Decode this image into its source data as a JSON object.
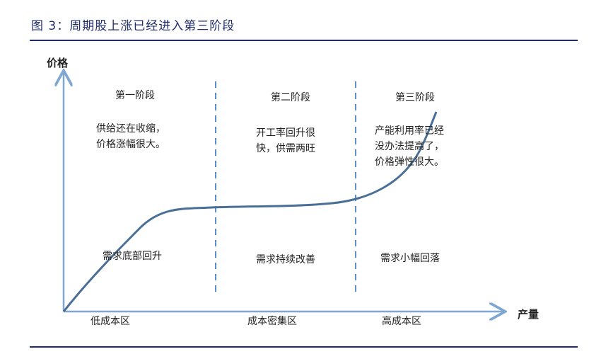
{
  "title": "图 3：周期股上涨已经进入第三阶段",
  "y_axis_label": "价格",
  "x_axis_label": "产量",
  "stages": [
    {
      "name": "第一阶段",
      "desc": [
        "供给还在收缩，",
        "价格涨幅很大。"
      ],
      "demand": "需求底部回升",
      "cost_zone": "低成本区"
    },
    {
      "name": "第二阶段",
      "desc": [
        "开工率回升很",
        "快，供需两旺"
      ],
      "demand": "需求持续改善",
      "cost_zone": "成本密集区"
    },
    {
      "name": "第三阶段",
      "desc": [
        "产能利用率已经",
        "没办法提高了，",
        "价格弹性很大。"
      ],
      "demand": "需求小幅回落",
      "cost_zone": "高成本区"
    }
  ],
  "colors": {
    "title": "#1f2d6b",
    "axis": "#7fa7d2",
    "curve": "#4a6f96",
    "divider": "#5b8fc7"
  }
}
